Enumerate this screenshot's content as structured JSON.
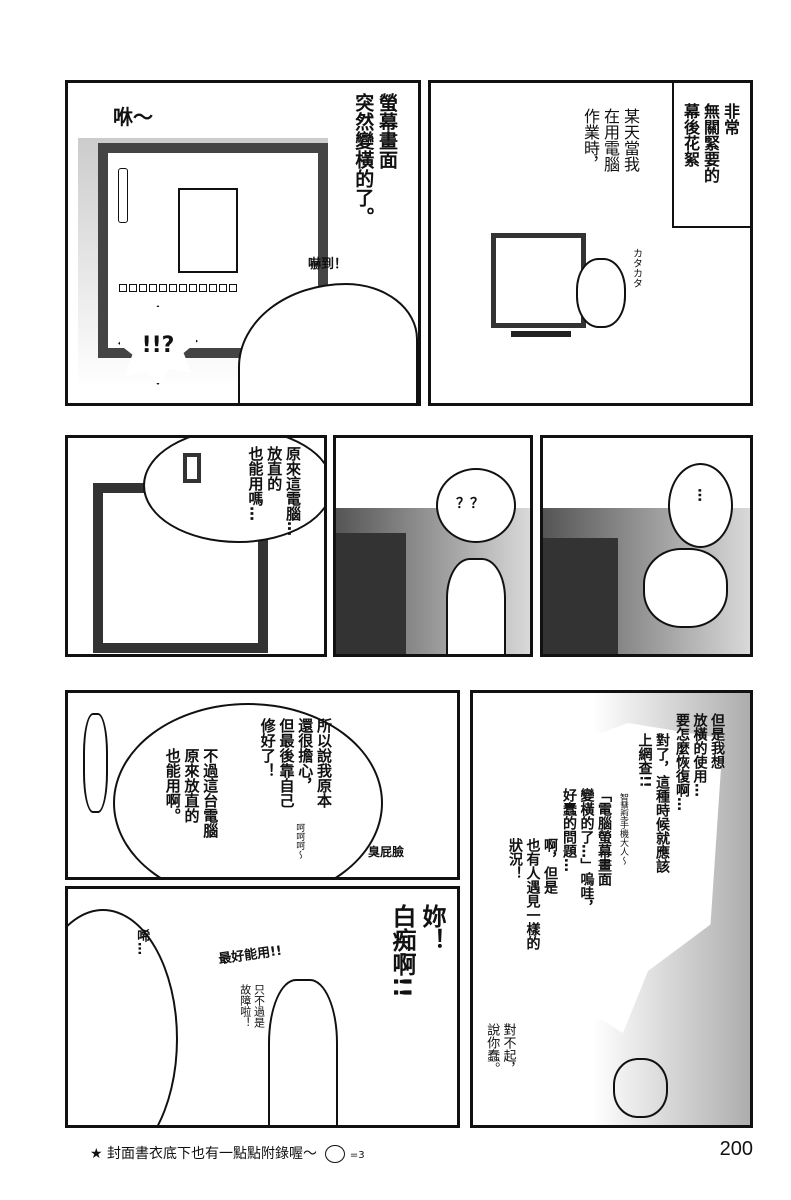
{
  "panel1": {
    "caption": "非常\n無關緊要的\n幕後花絮",
    "narration": "某天當我\n在用電腦\n作業時，",
    "sfx": "カタカタ"
  },
  "panel2": {
    "narration": "螢幕畫面\n突然變橫的了。",
    "sfx_swoosh": "咻～",
    "sfx_scared": "嚇到！",
    "exclaim": "!!?"
  },
  "panel3": {
    "thought": "原來這電腦…\n放直的\n也能用嗎…"
  },
  "panel4": {
    "thought": "？？"
  },
  "panel5": {
    "thought": "…"
  },
  "panel6": {
    "speech": "所以說我原本\n還很擔心，\n但最後靠自己\n修好了！",
    "speech2": "不過這台電腦\n原來放直的\n也能用啊。",
    "sfx_laugh": "呵呵呵～",
    "sfx_smug": "臭屁臉"
  },
  "panel7": {
    "shout": "妳！\n白痴啊!!",
    "sfx_sniff": "唏…",
    "small1": "最好能用!!",
    "small2": "只不過是\n故障啦！"
  },
  "panel8": {
    "text1": "但是我想\n放橫的使用…\n要怎麼恢復啊…",
    "text2": "對了，這種時候就應該\n上網查!!",
    "text3": "「電腦螢幕畫面\n變橫的了…」嗚哇，\n好蠢的問題…",
    "text4": "啊，但是\n也有人遇見一樣的\n狀況！",
    "small": "智慧型手機大人～",
    "apology": "對不起，\n說你蠢。"
  },
  "footer": {
    "note": "★ 封面書衣底下也有一點點附錄喔～",
    "emote": "=3",
    "page_number": "200"
  }
}
